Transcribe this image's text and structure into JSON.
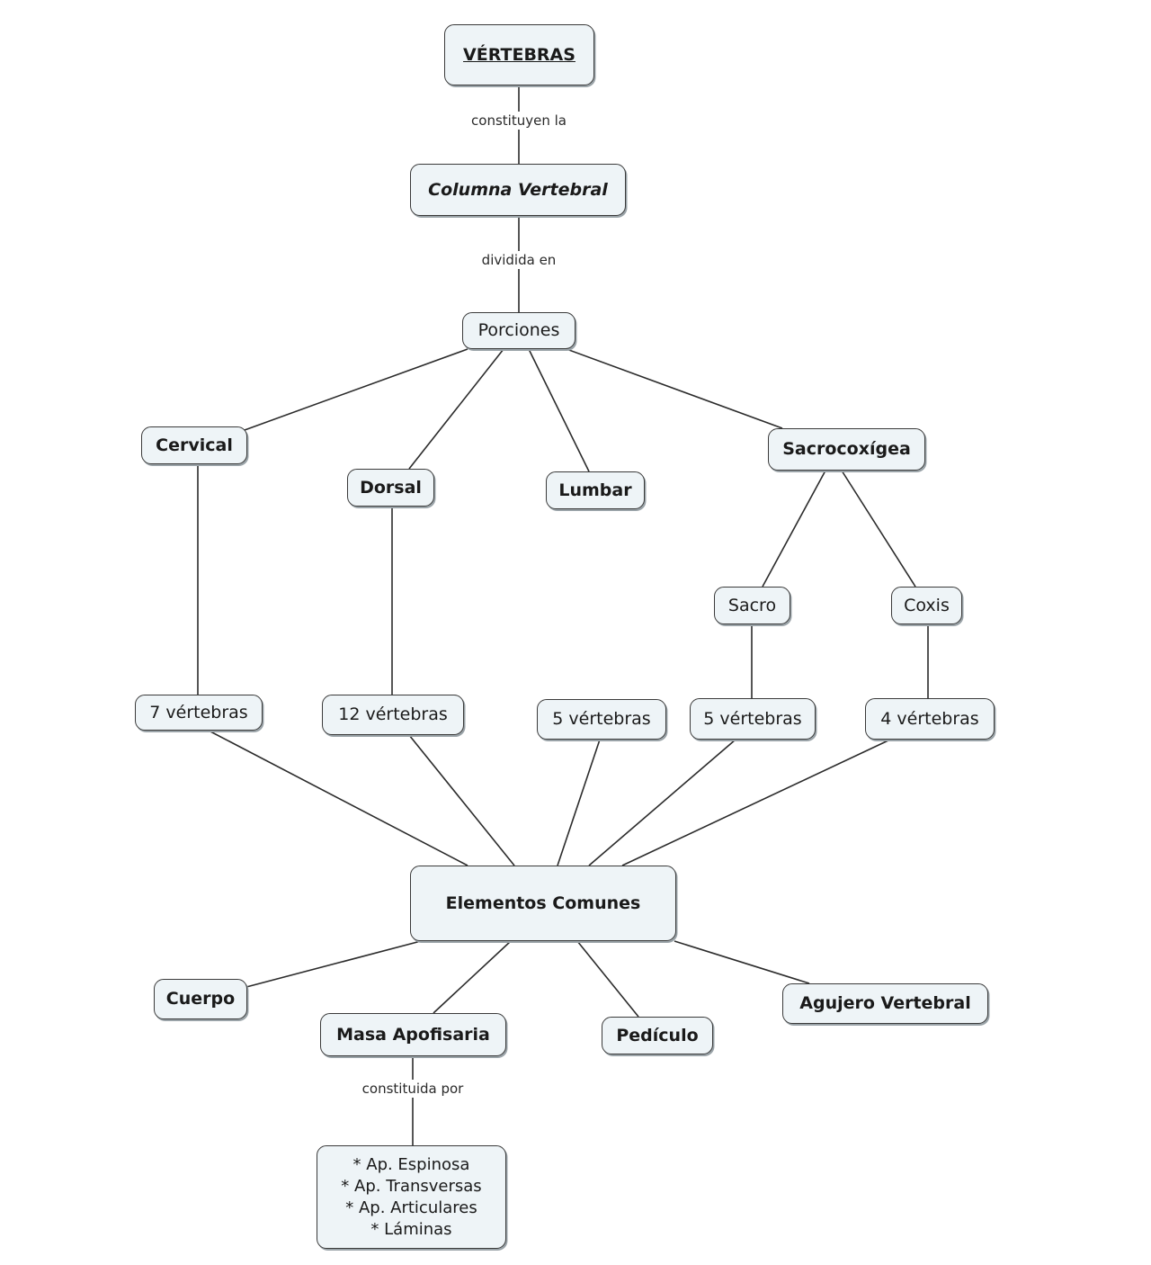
{
  "concept_map": {
    "root": "VÉRTEBRAS",
    "link_root": "constituyen la",
    "columna": "Columna Vertebral",
    "link_columna": "dividida en",
    "porciones": "Porciones",
    "cervical": "Cervical",
    "dorsal": "Dorsal",
    "lumbar": "Lumbar",
    "sacrocoxigea": "Sacrocoxígea",
    "sacro": "Sacro",
    "coxis": "Coxis",
    "v_cervical": "7 vértebras",
    "v_dorsal": "12 vértebras",
    "v_lumbar": "5 vértebras",
    "v_sacro": "5 vértebras",
    "v_coxis": "4 vértebras",
    "elementos": "Elementos Comunes",
    "cuerpo": "Cuerpo",
    "masa": "Masa Apofisaria",
    "pediculo": "Pedículo",
    "agujero": "Agujero Vertebral",
    "link_masa": "constituida por",
    "apofisis": [
      "* Ap. Espinosa",
      "* Ap. Transversas",
      "* Ap. Articulares",
      "* Láminas"
    ]
  }
}
